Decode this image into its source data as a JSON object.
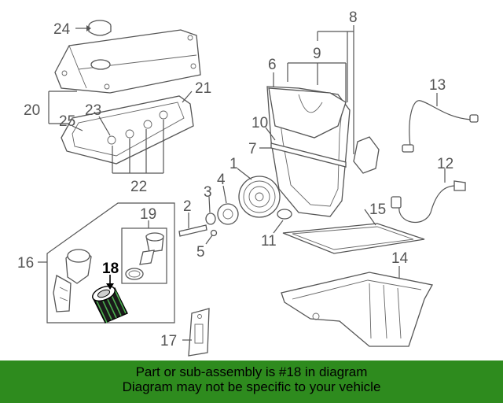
{
  "callouts": {
    "c1": "1",
    "c2": "2",
    "c3": "3",
    "c4": "4",
    "c5": "5",
    "c6": "6",
    "c7": "7",
    "c8": "8",
    "c9": "9",
    "c10": "10",
    "c11": "11",
    "c12": "12",
    "c13": "13",
    "c14": "14",
    "c15": "15",
    "c16": "16",
    "c17": "17",
    "c18": "18",
    "c19": "19",
    "c20": "20",
    "c21": "21",
    "c22": "22",
    "c23": "23",
    "c24": "24",
    "c25": "25"
  },
  "highlighted_part": "18",
  "banner": {
    "line1": "Part or sub-assembly is #18 in diagram",
    "line2": "Diagram may not be specific to your vehicle",
    "color": "#2e8b1e"
  }
}
